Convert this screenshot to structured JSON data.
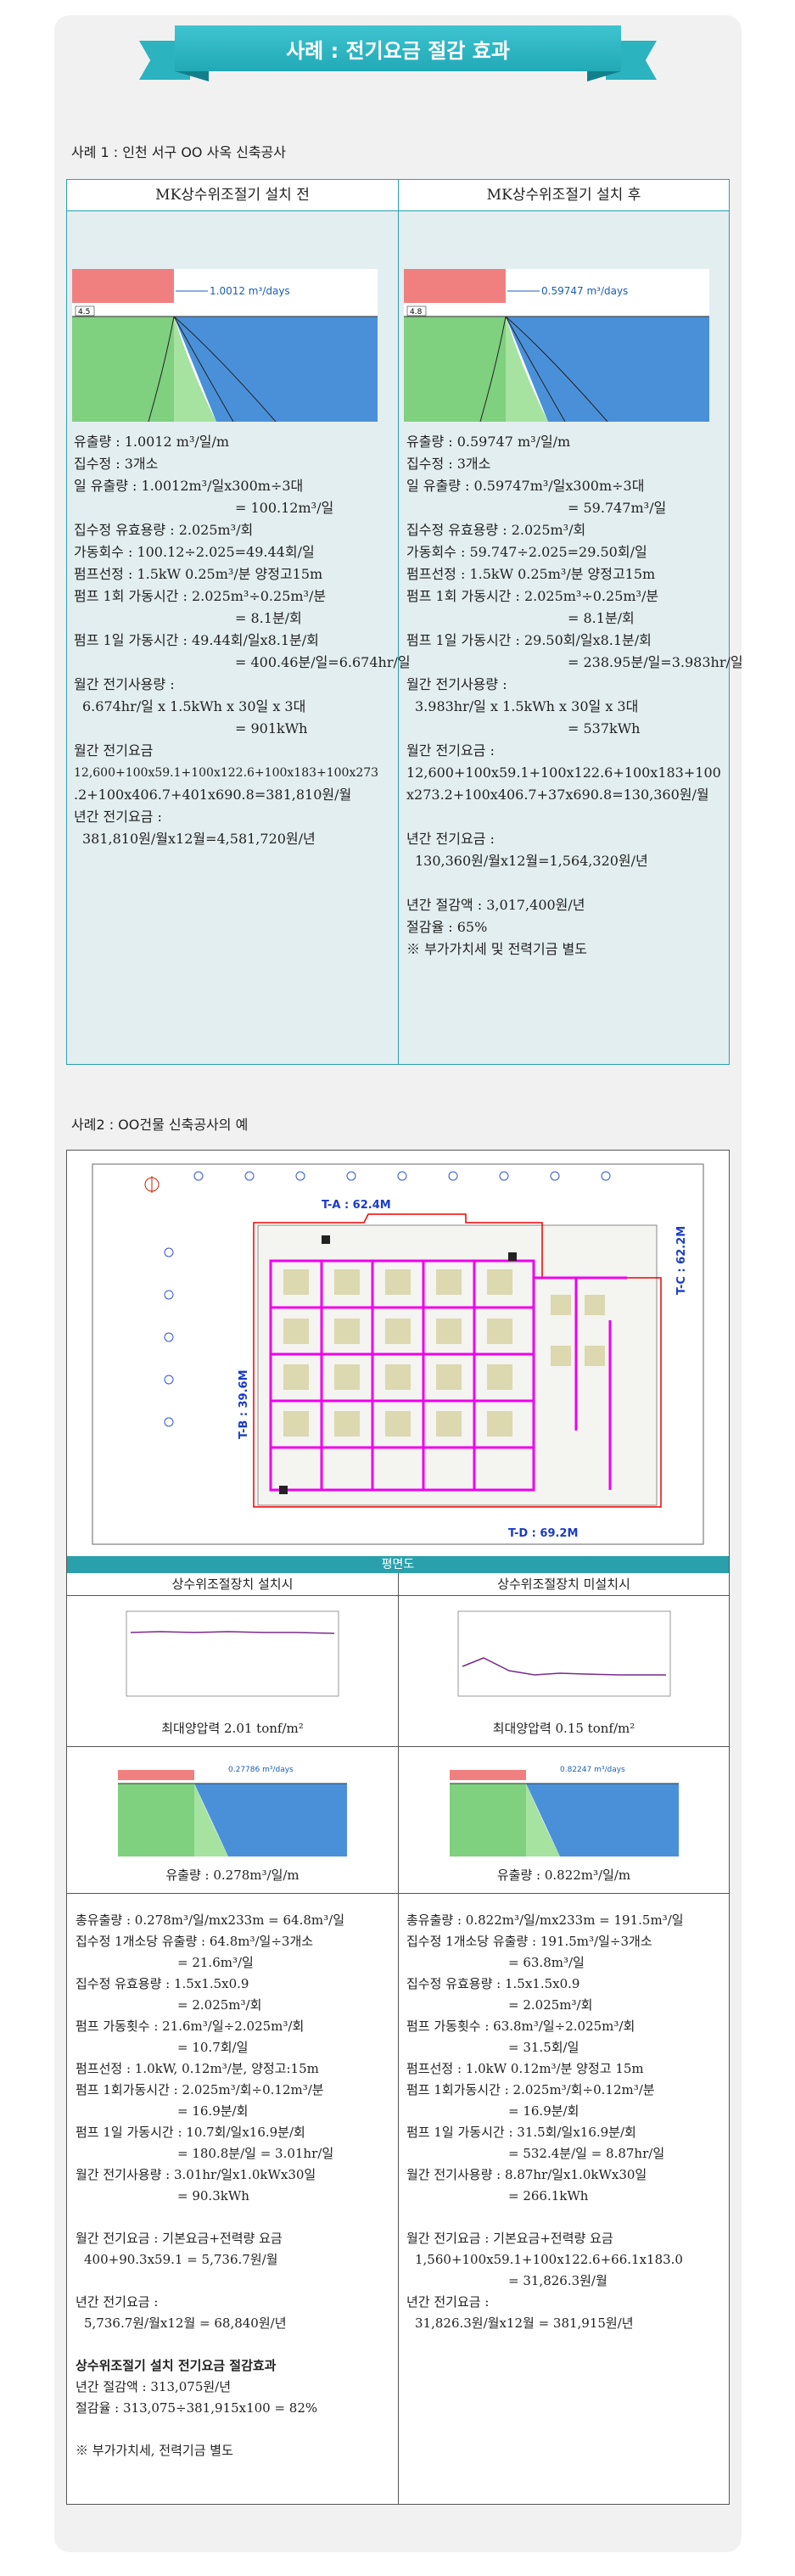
{
  "banner": {
    "title": "사례 : 전기요금 절감 효과"
  },
  "case1": {
    "title": "사례 1 : 인천 서구 OO 사옥 신축공사",
    "before": {
      "header": "MK상수위조절기 설치 전",
      "flow_label": "1.0012 m³/days",
      "lines": [
        "유출량 : 1.0012 m³/일/m",
        "집수정 :  3개소",
        "일 유출량 :  1.0012m³/일x300m÷3대",
        "= 100.12m³/일",
        "집수정 유효용량 : 2.025m³/회",
        "가동회수 :  100.12÷2.025=49.44회/일",
        "펌프선정 : 1.5kW 0.25m³/분 양정고15m",
        "펌프 1회 가동시간 :  2.025m³÷0.25m³/분",
        "= 8.1분/회",
        "펌프 1일 가동시간  : 49.44회/일x8.1분/회",
        "= 400.46분/일=6.674hr/일",
        "월간 전기사용량 :",
        "6.674hr/일 x 1.5kWh x 30일 x 3대",
        "= 901kWh",
        "월간 전기요금",
        "12,600+100x59.1+100x122.6+100x183+100x273",
        ".2+100x406.7+401x690.8=381,810원/월",
        "년간 전기요금 :",
        "381,810원/월x12월=4,581,720원/년"
      ]
    },
    "after": {
      "header": "MK상수위조절기 설치 후",
      "flow_label": "0.59747 m³/days",
      "lines": [
        "유출량 : 0.59747 m³/일/m",
        "집수정 :  3개소",
        "일 유출량 :  0.59747m³/일x300m÷3대",
        "= 59.747m³/일",
        "집수정 유효용량 : 2.025m³/회",
        "가동회수 :  59.747÷2.025=29.50회/일",
        "펌프선정 : 1.5kW 0.25m³/분 양정고15m",
        "펌프 1회 가동시간 :  2.025m³÷0.25m³/분",
        "= 8.1분/회",
        "펌프 1일 가동시간 : 29.50회/일x8.1분/회",
        "= 238.95분/일=3.983hr/일",
        "월간 전기사용량 :",
        "3.983hr/일 x 1.5kWh x 30일 x 3대",
        "= 537kWh",
        "월간 전기요금  :",
        "12,600+100x59.1+100x122.6+100x183+100",
        "x273.2+100x406.7+37x690.8=130,360원/월",
        "",
        "년간 전기요금 :",
        "130,360원/월x12월=1,564,320원/년",
        "",
        "년간 절감액 : 3,017,400원/년",
        "절감율 : 65%",
        "※ 부가가치세 및 전력기금 별도"
      ]
    }
  },
  "case2": {
    "title": "사례2 : OO건물 신축공사의 예",
    "plan": {
      "label_a": "T-A : 62.4M",
      "label_b": "T-B : 39.6M",
      "label_c": "T-C : 62.2M",
      "label_d": "T-D : 69.2M",
      "caption": "평면도"
    },
    "left": {
      "header": "상수위조절장치 설치시",
      "pressure": "최대양압력 2.01 tonf/m²",
      "flow_label": "0.27786 m³/days",
      "flow": "유출량 : 0.278m³/일/m",
      "lines": [
        "총유출량 : 0.278m³/일/mx233m = 64.8m³/일",
        "집수정 1개소당 유출량 : 64.8m³/일÷3개소",
        "= 21.6m³/일",
        "집수정 유효용량 : 1.5x1.5x0.9",
        "= 2.025m³/회",
        "펌프 가동횟수 : 21.6m³/일÷2.025m³/회",
        "= 10.7회/일",
        "펌프선정 : 1.0kW, 0.12m³/분, 양정고:15m",
        "펌프 1회가동시간 : 2.025m³/회÷0.12m³/분",
        "= 16.9분/회",
        "펌프 1일 가동시간 : 10.7회/일x16.9분/회",
        "= 180.8분/일 = 3.01hr/일",
        "월간 전기사용량 : 3.01hr/일x1.0kWx30일",
        "= 90.3kWh",
        "",
        "월간 전기요금 : 기본요금+전력량 요금",
        "400+90.3x59.1 = 5,736.7원/월",
        "",
        "년간 전기요금 :",
        "5,736.7원/월x12월 = 68,840원/년",
        "",
        "상수위조절기 설치 전기요금 절감효과",
        "년간 절감액 : 313,075원/년",
        "절감율 : 313,075÷381,915x100 = 82%",
        "",
        "※ 부가가치세, 전력기금 별도"
      ]
    },
    "right": {
      "header": "상수위조절장치 미설치시",
      "pressure": "최대양압력 0.15 tonf/m²",
      "flow_label": "0.82247 m³/days",
      "flow": "유출량 : 0.822m³/일/m",
      "lines": [
        "총유출량 : 0.822m³/일/mx233m = 191.5m³/일",
        "집수정 1개소당 유출량 : 191.5m³/일÷3개소",
        "= 63.8m³/일",
        "집수정 유효용량 : 1.5x1.5x0.9",
        "= 2.025m³/회",
        "펌프 가동횟수 : 63.8m³/일÷2.025m³/회",
        "= 31.5회/일",
        "펌프선정 : 1.0kW 0.12m³/분 양정고 15m",
        "펌프 1회가동시간 : 2.025m³/회÷0.12m³/분",
        "= 16.9분/회",
        "펌프 1일 가동시간 : 31.5회/일x16.9분/회",
        "= 532.4분/일 = 8.87hr/일",
        "월간 전기사용량 : 8.87hr/일x1.0kWx30일",
        "= 266.1kWh",
        "",
        "월간 전기요금 : 기본요금+전력량 요금",
        "1,560+100x59.1+100x122.6+66.1x183.0",
        "= 31,826.3원/월",
        "년간 전기요금 :",
        "31,826.3원/월x12월 = 381,915원/년"
      ]
    }
  }
}
